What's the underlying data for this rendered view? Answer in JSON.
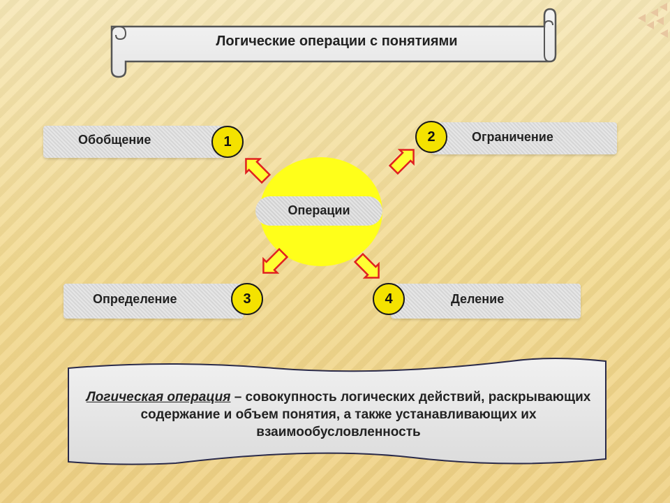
{
  "title": "Логические операции с понятиями",
  "center": {
    "label": "Операции",
    "color": "#ffff1a"
  },
  "operations": [
    {
      "number": "1",
      "label": "Обобщение"
    },
    {
      "number": "2",
      "label": "Ограничение"
    },
    {
      "number": "3",
      "label": "Определение"
    },
    {
      "number": "4",
      "label": "Деление"
    }
  ],
  "definition": {
    "term": "Логическая операция",
    "text": " – совокупность логических действий, раскрывающих содержание и объем понятия, а также устанавливающих их взаимообусловленность"
  },
  "colors": {
    "arrow_fill": "#ffff33",
    "arrow_stroke": "#e02020",
    "badge": "#f4e200"
  }
}
